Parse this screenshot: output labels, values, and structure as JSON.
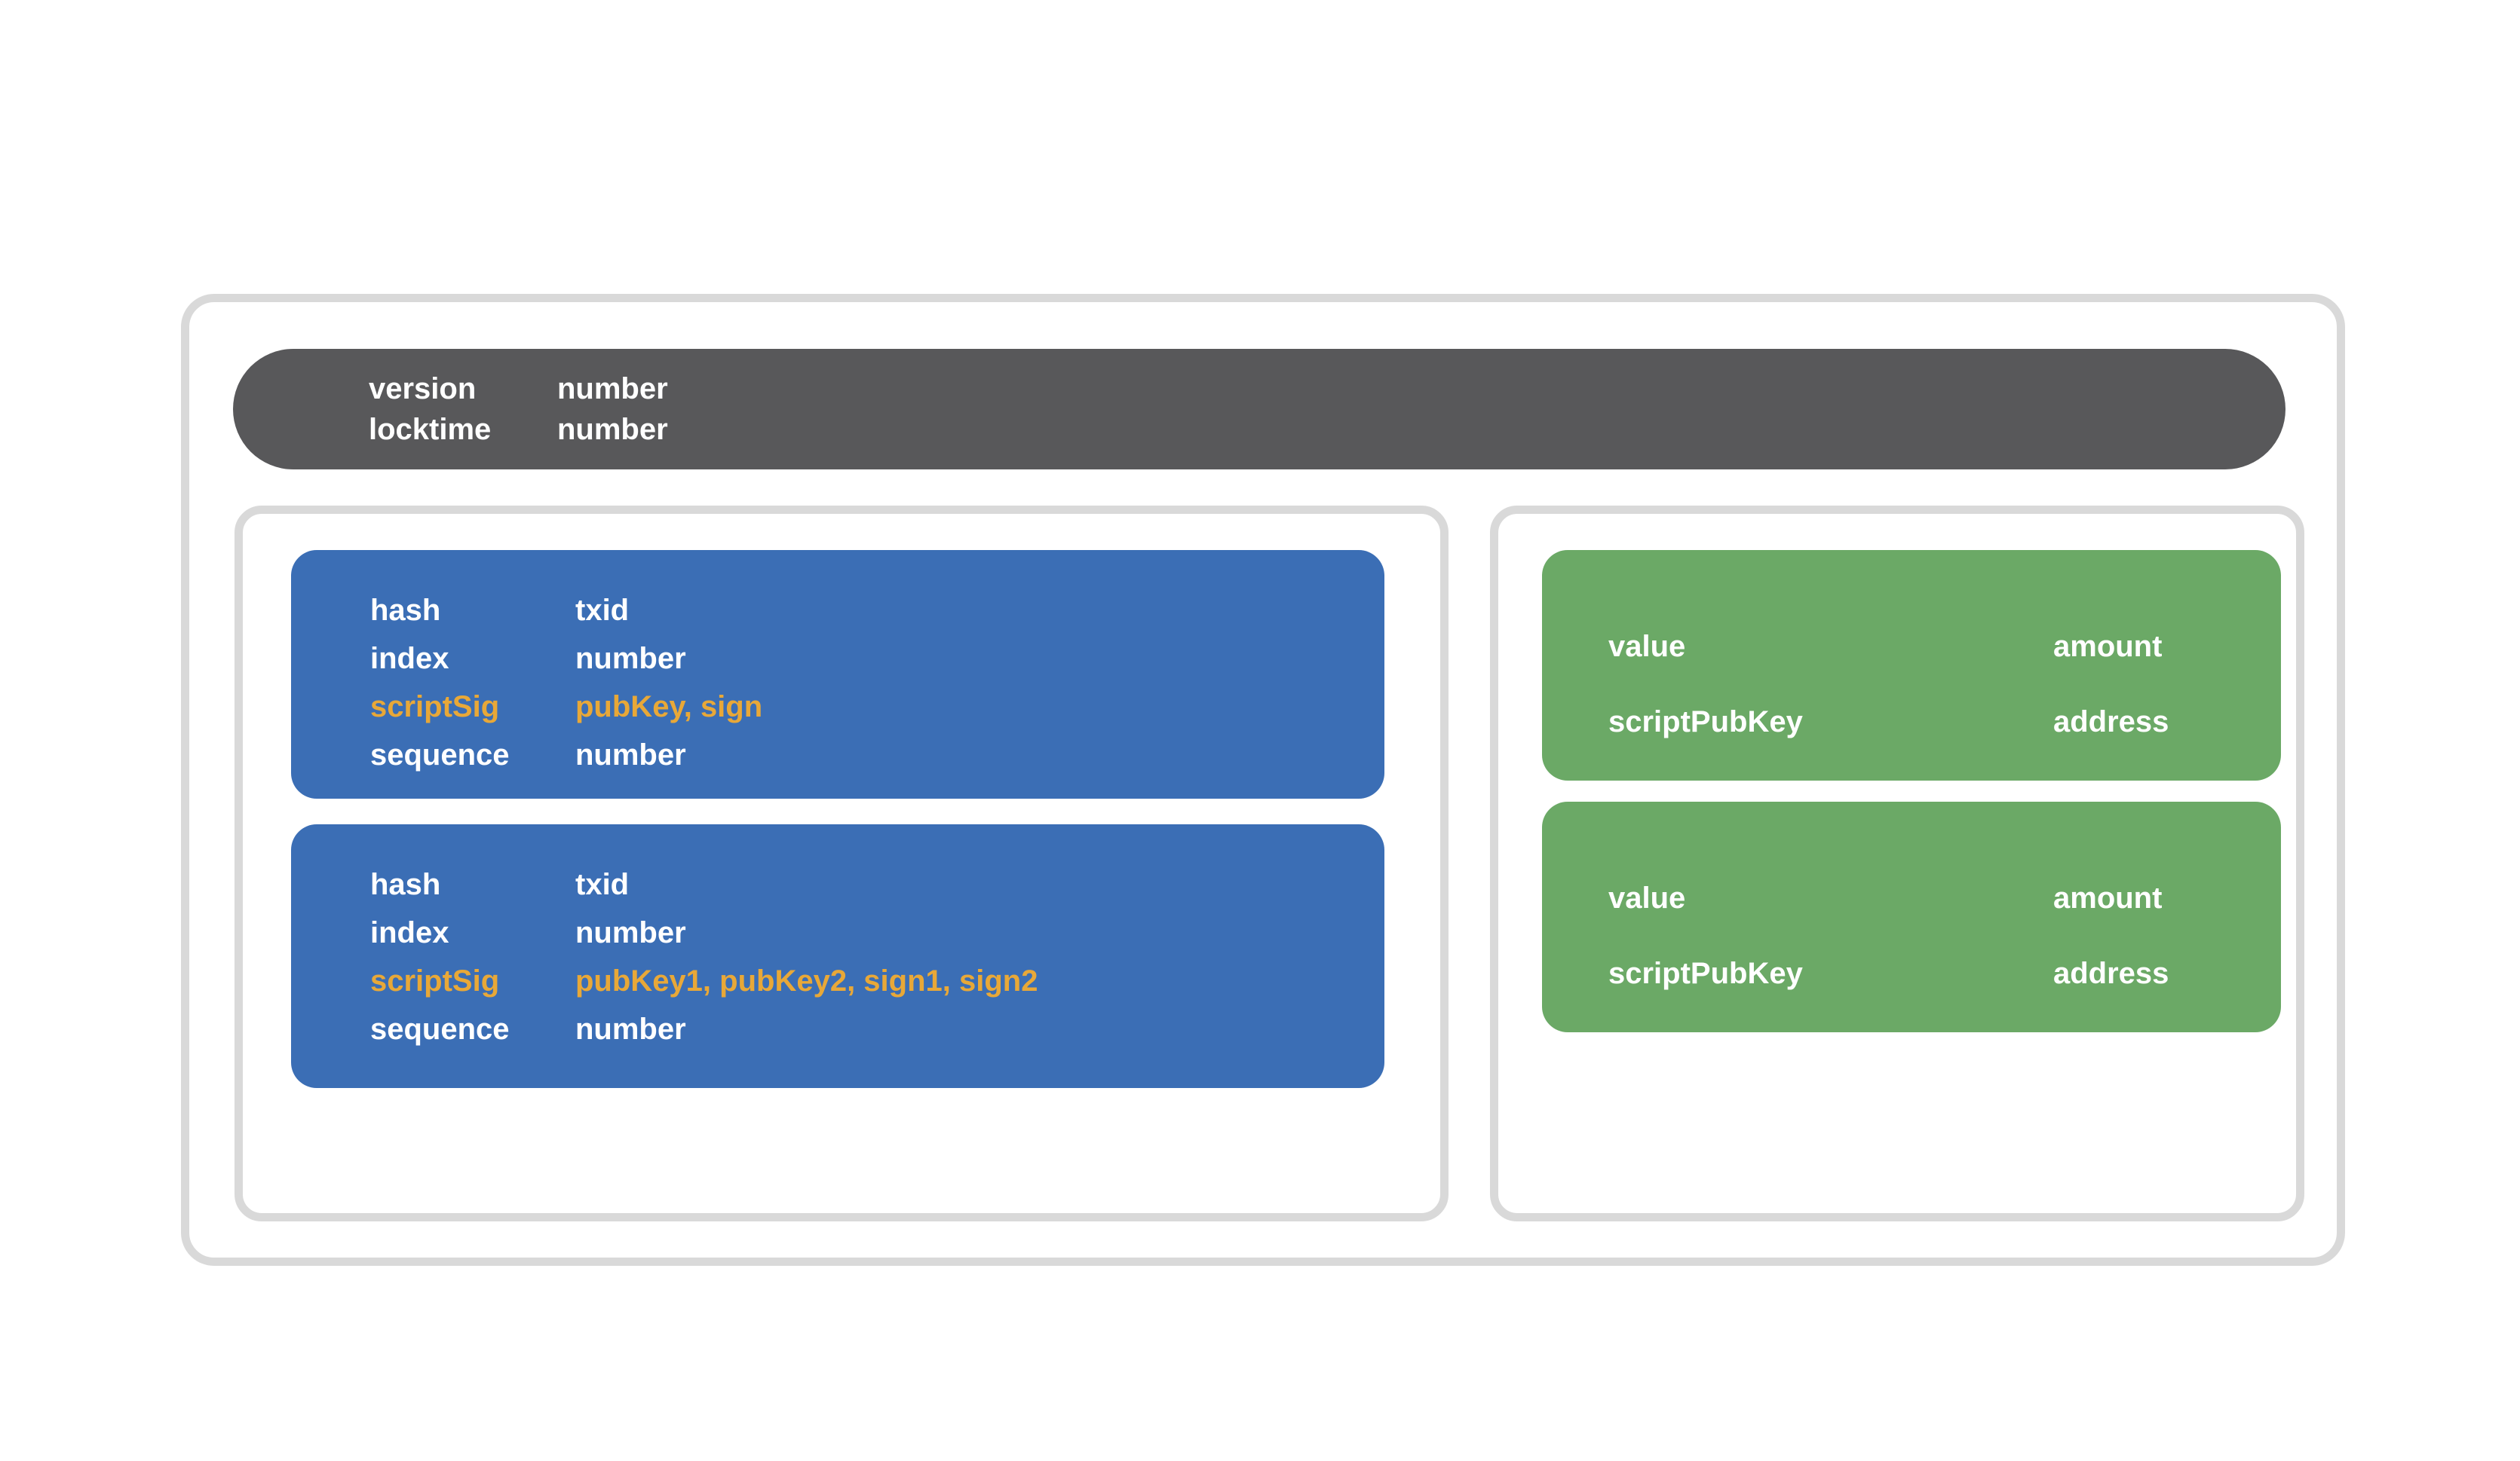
{
  "diagram": {
    "title": "bitcoin-transaction-anatomy",
    "colors": {
      "header_bar": "#58585A",
      "input_card": "#3B6EB5",
      "output_card": "#6BA966",
      "accent_script": "#E8A838",
      "container_border": "#D9D9D9",
      "text": "#FFFFFF",
      "background": "#FFFFFF"
    },
    "header": {
      "rows": [
        {
          "key": "version",
          "value": "number",
          "accent": false
        },
        {
          "key": "locktime",
          "value": "number",
          "accent": false
        }
      ]
    },
    "inputs": [
      {
        "rows": [
          {
            "key": "hash",
            "value": "txid",
            "accent": false
          },
          {
            "key": "index",
            "value": "number",
            "accent": false
          },
          {
            "key": "scriptSig",
            "value": "pubKey, sign",
            "accent": true
          },
          {
            "key": "sequence",
            "value": "number",
            "accent": false
          }
        ]
      },
      {
        "rows": [
          {
            "key": "hash",
            "value": "txid",
            "accent": false
          },
          {
            "key": "index",
            "value": "number",
            "accent": false
          },
          {
            "key": "scriptSig",
            "value": "pubKey1, pubKey2, sign1, sign2",
            "accent": true
          },
          {
            "key": "sequence",
            "value": "number",
            "accent": false
          }
        ]
      }
    ],
    "outputs": [
      {
        "rows": [
          {
            "key": "value",
            "value": "amount",
            "accent": false
          },
          {
            "key": "scriptPubKey",
            "value": "address",
            "accent": false
          }
        ]
      },
      {
        "rows": [
          {
            "key": "value",
            "value": "amount",
            "accent": false
          },
          {
            "key": "scriptPubKey",
            "value": "address",
            "accent": false
          }
        ]
      }
    ]
  }
}
